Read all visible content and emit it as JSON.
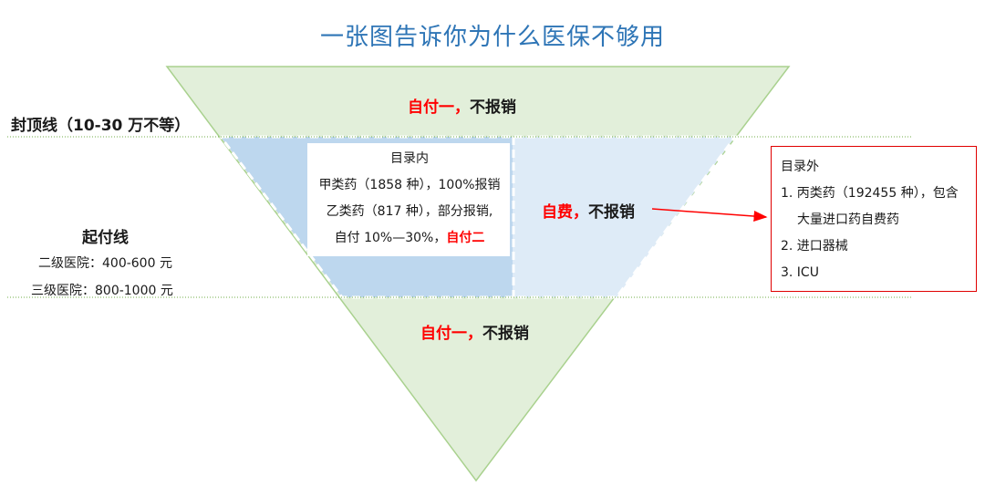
{
  "title": "一张图告诉你为什么医保不够用",
  "cap_line": {
    "label": "封顶线（10-30 万不等）"
  },
  "deductible_line": {
    "label": "起付线",
    "secondary": "二级医院：400-600 元",
    "tertiary": "三级医院：800-1000 元"
  },
  "top_zone": {
    "red": "自付一，",
    "dark": "不报销"
  },
  "bottom_zone": {
    "red": "自付一，",
    "dark": "不报销"
  },
  "catalog_inside": {
    "heading": "目录内",
    "line1": "甲类药（1858 种），100%报销",
    "line2": "乙类药（817 种），部分报销,",
    "line3_prefix": "自付 10%—30%，",
    "line3_red": "自付二"
  },
  "self_pay": {
    "red": "自费，",
    "dark": "不报销"
  },
  "catalog_outside": {
    "heading": "目录外",
    "item1_line1": "1. 丙类药（192455 种），包含",
    "item1_line2": "大量进口药自费药",
    "item2": "2. 进口器械",
    "item3": "3. ICU"
  },
  "colors": {
    "green_fill": "#e2efda",
    "green_stroke": "#a9d18e",
    "blue_fill": "#bdd7ee",
    "light_blue_fill": "#deebf7",
    "red": "#ff0000",
    "title_blue": "#2e75b6"
  }
}
